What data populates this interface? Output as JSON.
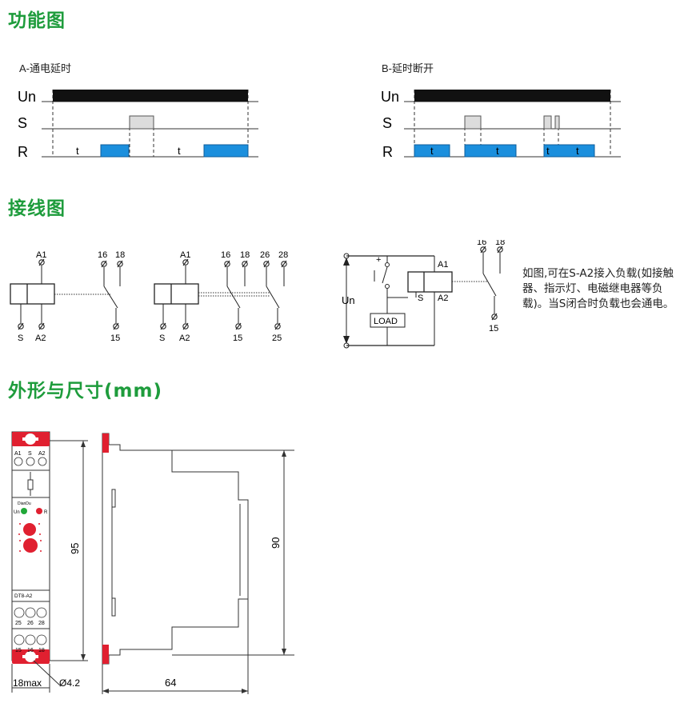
{
  "sections": {
    "function_title": "功能图",
    "wiring_title": "接线图",
    "dims_title": "外形与尺寸(mm)"
  },
  "timing_a": {
    "caption": "A-通电延时",
    "signal_un": "Un",
    "signal_s": "S",
    "signal_r": "R",
    "t1": "t",
    "t2": "t"
  },
  "timing_b": {
    "caption": "B-延时断开",
    "signal_un": "Un",
    "signal_s": "S",
    "signal_r": "R",
    "t1": "t",
    "t2": "t",
    "t3": "t",
    "t4": "t"
  },
  "wiring": {
    "d1": {
      "a1": "A1",
      "s": "S",
      "a2": "A2",
      "c16": "16",
      "c18": "18",
      "c15": "15"
    },
    "d2": {
      "a1": "A1",
      "s": "S",
      "a2": "A2",
      "c16": "16",
      "c18": "18",
      "c15": "15",
      "c26": "26",
      "c28": "28",
      "c25": "25"
    },
    "d3": {
      "plus": "+",
      "un": "Un",
      "a1": "A1",
      "s": "S",
      "a2": "A2",
      "load": "LOAD",
      "c16": "16",
      "c18": "18",
      "c15": "15"
    },
    "note": "如图,可在S-A2接入负载(如接触器、指示灯、电磁继电器等负载)。当S闭合时负载也会通电。"
  },
  "dimensions": {
    "front": {
      "top_terms": [
        "A1",
        "S",
        "A2"
      ],
      "brand": "DianDu",
      "led_un": "Un",
      "led_r": "R",
      "model": "DT8-A2",
      "row_mid": [
        "25",
        "26",
        "28"
      ],
      "row_bot": [
        "15",
        "16",
        "18"
      ]
    },
    "height_95": "95",
    "height_90": "90",
    "width_18": "18max",
    "hole": "Ø4.2",
    "depth_64": "64"
  },
  "colors": {
    "title_green": "#1e9c3c",
    "pulse_blue": "#1b8fdd",
    "pulse_gray": "#dcdcdc",
    "bar_black": "#111111",
    "clip_red": "#e02030"
  }
}
